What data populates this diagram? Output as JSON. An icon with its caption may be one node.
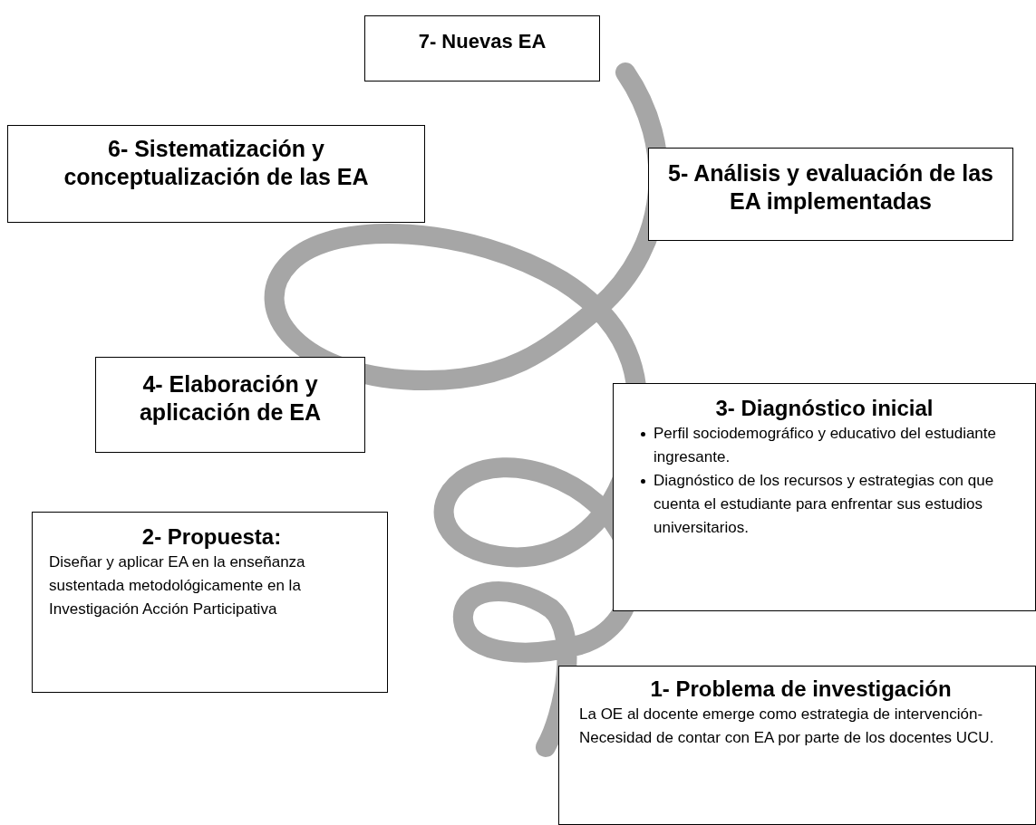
{
  "diagram": {
    "nodes": [
      {
        "text": [
          "7- Nuevas EA"
        ]
      },
      {
        "text": [
          "6- Sistematización y conceptualización de las EA"
        ]
      },
      {
        "text": [
          "5- Análisis y evaluación de las EA implementadas"
        ]
      },
      {
        "text": [
          "4- Elaboración y aplicación de EA"
        ]
      },
      {
        "text": [
          "3- Diagnóstico inicial",
          "Perfil sociodemográfico y educativo del estudiante ingresante.",
          "Diagnóstico de los recursos y estrategias con que cuenta el estudiante para enfrentar sus estudios universitarios."
        ]
      },
      {
        "text": [
          "2- Propuesta:",
          "Diseñar y aplicar EA en la enseñanza sustentada metodológicamente en la Investigación Acción Participativa"
        ]
      },
      {
        "text": [
          "1- Problema de investigación",
          "La OE al docente emerge como estrategia de intervención-",
          "Necesidad de contar con EA por parte de los docentes UCU."
        ]
      }
    ]
  }
}
